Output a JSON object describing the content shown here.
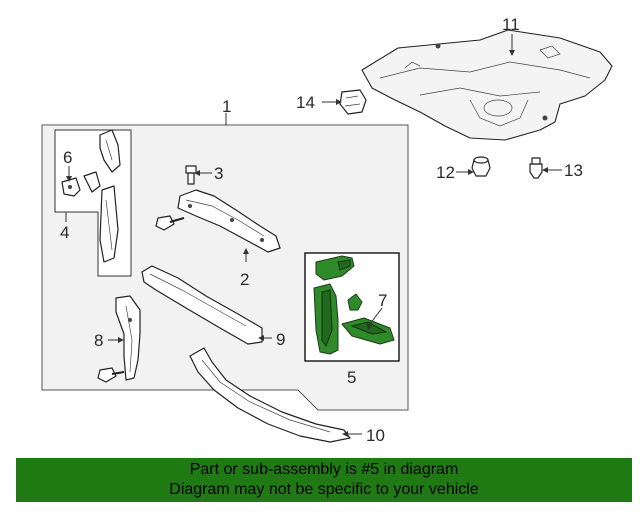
{
  "callouts": {
    "c1": "1",
    "c2": "2",
    "c3": "3",
    "c4": "4",
    "c5": "5",
    "c6": "6",
    "c7": "7",
    "c8": "8",
    "c9": "9",
    "c10": "10",
    "c11": "11",
    "c12": "12",
    "c13": "13",
    "c14": "14"
  },
  "footer": {
    "line1": "Part or sub-assembly is #5 in diagram",
    "line2": "Diagram may not be specific to your vehicle"
  },
  "colors": {
    "highlight": "#2f8a2a",
    "banner": "#1f7a14"
  }
}
